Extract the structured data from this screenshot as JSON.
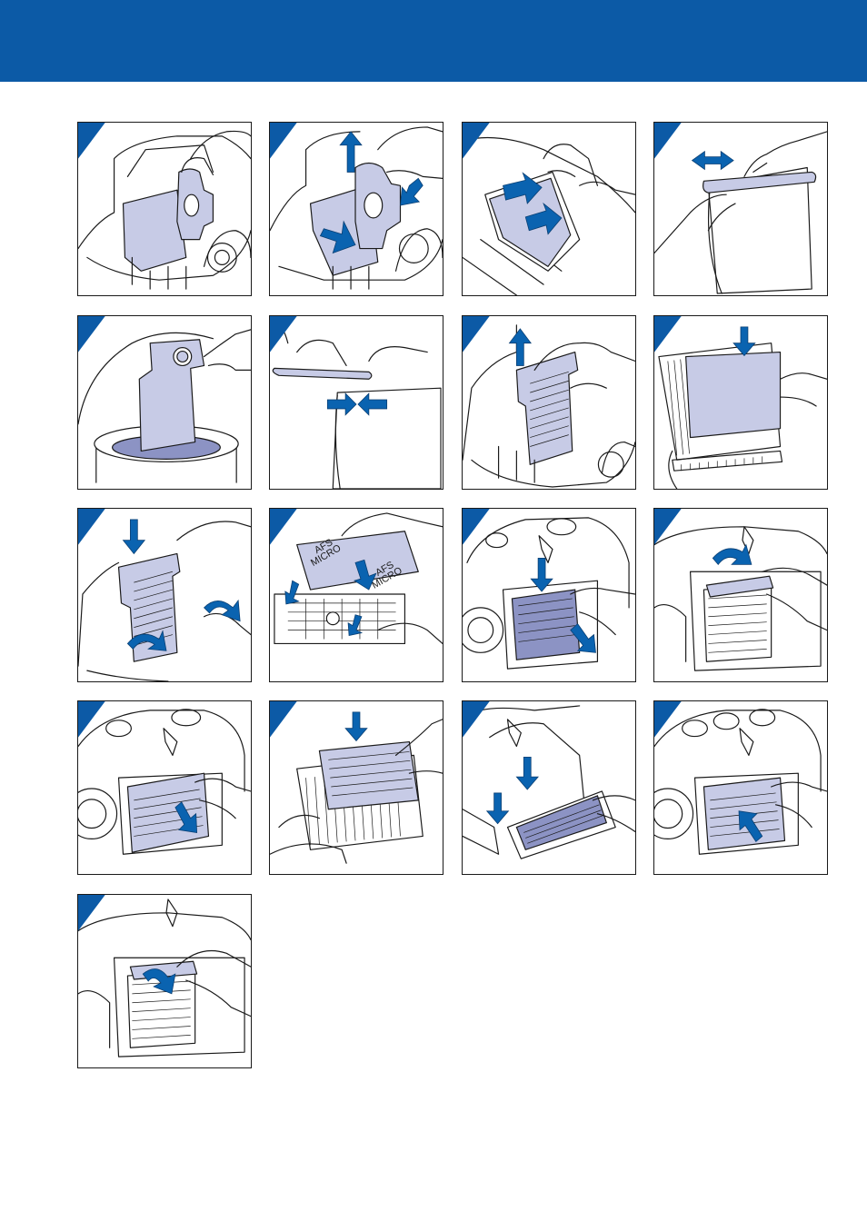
{
  "header": {
    "color": "#0c5aa6"
  },
  "colors": {
    "accent": "#0c5aa6",
    "part_tint": "#c7cbe6",
    "arrow": "#0a63b0"
  },
  "panels": [
    {
      "id": "step-01",
      "illustration": "remove-dust-bag-from-holder"
    },
    {
      "id": "step-02",
      "illustration": "insert-dust-bag-into-holder"
    },
    {
      "id": "step-03",
      "illustration": "insert-paper-dust-bag"
    },
    {
      "id": "step-04",
      "illustration": "slide-clip-off-paper-bag"
    },
    {
      "id": "step-05",
      "illustration": "empty-cloth-bag-into-bin"
    },
    {
      "id": "step-06",
      "illustration": "slide-clip-onto-bag"
    },
    {
      "id": "step-07",
      "illustration": "lift-out-motor-filter-holder"
    },
    {
      "id": "step-08",
      "illustration": "place-new-filter-pad"
    },
    {
      "id": "step-09",
      "illustration": "refit-motor-filter-holder"
    },
    {
      "id": "step-10",
      "illustration": "insert-afs-micro-filter",
      "labels": [
        "AFS",
        "MICRO",
        "AFS",
        "MICRO"
      ]
    },
    {
      "id": "step-11",
      "illustration": "close-exhaust-grille"
    },
    {
      "id": "step-12",
      "illustration": "open-exhaust-grille-catch"
    },
    {
      "id": "step-13",
      "illustration": "pull-out-exhaust-grille"
    },
    {
      "id": "step-14",
      "illustration": "insert-hepa-filter-into-frame"
    },
    {
      "id": "step-15",
      "illustration": "refit-hepa-filter-hinges"
    },
    {
      "id": "step-16",
      "illustration": "close-exhaust-grille"
    },
    {
      "id": "step-17",
      "illustration": "press-grille-catch-closed"
    }
  ]
}
